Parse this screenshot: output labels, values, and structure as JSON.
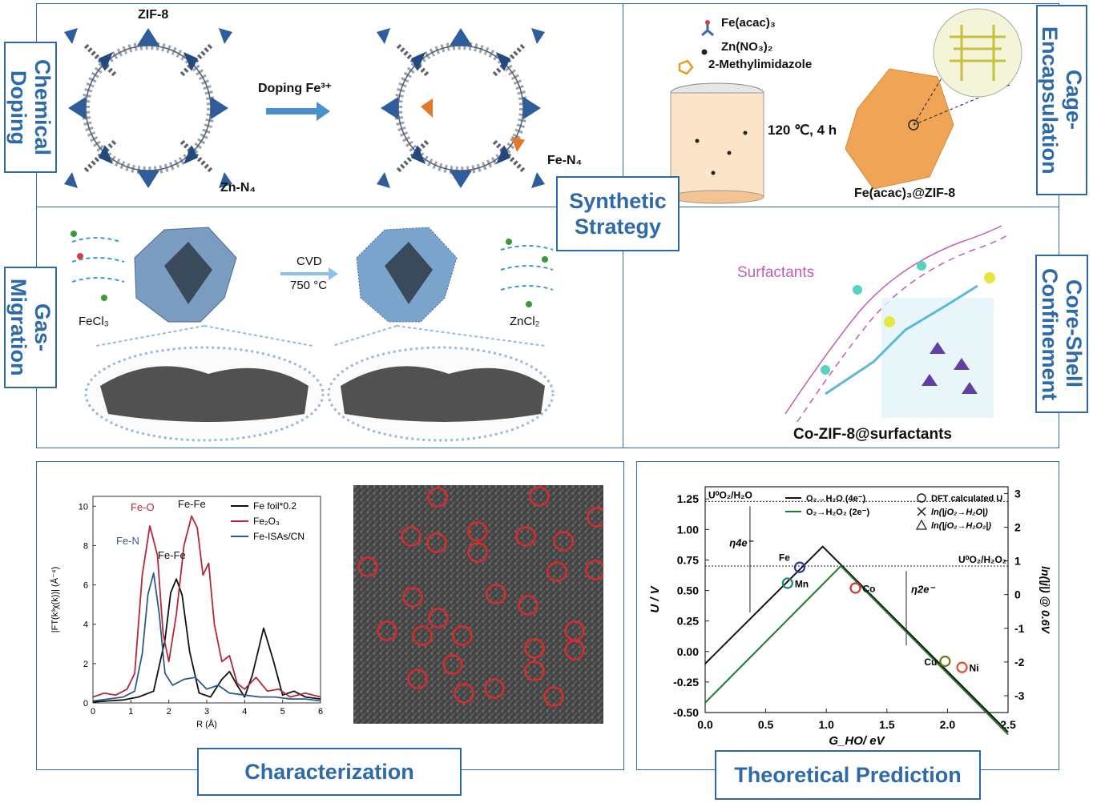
{
  "strategy": {
    "center_label": "Synthetic Strategy",
    "chemical_doping": {
      "title": "Chemical Doping",
      "zif_label": "ZIF-8",
      "arrow_label": "Doping Fe³⁺",
      "zn_label": "Zn-N₄",
      "fe_label": "Fe-N₄"
    },
    "cage": {
      "title": "Cage-Encapsulation",
      "legend": [
        "Fe(acac)₃",
        "Zn(NO₃)₂",
        "2-Methylimidazole"
      ],
      "condition": "120 ℃, 4 h",
      "product": "Fe(acac)₃@ZIF-8"
    },
    "gas": {
      "title": "Gas-Migration",
      "reagent_in": "FeCl₃",
      "process": "CVD",
      "temperature": "750 °C",
      "reagent_out": "ZnCl₂"
    },
    "core_shell": {
      "title": "Core-Shell Confinement",
      "surfactants": "Surfactants",
      "product": "Co-ZIF-8@surfactants"
    }
  },
  "characterization": {
    "title": "Characterization",
    "chart_data": {
      "type": "line",
      "xlabel": "R (Å)",
      "ylabel": "|FT(k³χ(k))| (Å⁻⁴)",
      "xlim": [
        0,
        6
      ],
      "ylim": [
        0,
        10.5
      ],
      "xticks": [
        0,
        1,
        2,
        3,
        4,
        5,
        6
      ],
      "yticks": [
        0,
        2,
        4,
        6,
        8,
        10
      ],
      "legend_position": "top-right",
      "series": [
        {
          "name": "Fe foil*0.2",
          "color": "#111111",
          "x": [
            0,
            0.4,
            0.8,
            1.2,
            1.6,
            1.9,
            2.05,
            2.2,
            2.35,
            2.55,
            2.8,
            3.1,
            3.4,
            3.6,
            3.8,
            4.0,
            4.2,
            4.5,
            4.75,
            5.0,
            5.3,
            5.6,
            6.0
          ],
          "y": [
            0.05,
            0.1,
            0.15,
            0.3,
            0.6,
            3.2,
            5.6,
            6.3,
            5.5,
            2.6,
            0.5,
            0.3,
            1.2,
            1.6,
            0.9,
            0.3,
            1.4,
            3.8,
            2.2,
            0.4,
            0.6,
            0.3,
            0.2
          ]
        },
        {
          "name": "Fe₂O₃",
          "color": "#b2283c",
          "x": [
            0,
            0.3,
            0.6,
            0.9,
            1.1,
            1.3,
            1.5,
            1.7,
            1.85,
            2.0,
            2.2,
            2.4,
            2.6,
            2.75,
            2.9,
            3.05,
            3.2,
            3.4,
            3.6,
            3.8,
            4.0,
            4.3,
            4.6,
            4.9,
            5.2,
            5.6,
            6.0
          ],
          "y": [
            0.3,
            0.5,
            0.4,
            0.7,
            1.5,
            6.5,
            9.0,
            7.5,
            3.5,
            2.1,
            4.5,
            8.0,
            9.5,
            8.9,
            6.5,
            7.1,
            4.0,
            2.1,
            2.4,
            1.0,
            0.7,
            1.3,
            0.6,
            0.7,
            0.3,
            0.5,
            0.3
          ]
        },
        {
          "name": "Fe-ISAs/CN",
          "color": "#2f5a8a",
          "x": [
            0,
            0.4,
            0.8,
            1.1,
            1.3,
            1.45,
            1.6,
            1.75,
            1.9,
            2.1,
            2.4,
            2.7,
            3.0,
            3.3,
            3.6,
            4.0,
            4.4,
            4.8,
            5.2,
            5.6,
            6.0
          ],
          "y": [
            0.1,
            0.2,
            0.3,
            0.6,
            2.5,
            5.5,
            6.6,
            4.5,
            1.5,
            0.9,
            1.2,
            1.3,
            0.7,
            0.9,
            0.5,
            0.4,
            0.3,
            0.3,
            0.2,
            0.2,
            0.1
          ]
        }
      ],
      "annotations": [
        "Fe-O",
        "Fe-N",
        "Fe-Fe",
        "Fe-Fe"
      ]
    }
  },
  "theory": {
    "title": "Theoretical Prediction",
    "chart_data": {
      "type": "line",
      "xlabel": "G_HO/ eV",
      "ylabel": "U / V",
      "y2label": "ln(|j|) @ 0.6V",
      "xlim": [
        0.0,
        2.5
      ],
      "ylim": [
        -0.5,
        1.35
      ],
      "xticks": [
        "0.0",
        "0.5",
        "1.0",
        "1.5",
        "2.0",
        "2.5"
      ],
      "yticks": [
        "-0.50",
        "-0.25",
        "0.00",
        "0.25",
        "0.50",
        "0.75",
        "1.00",
        "1.25"
      ],
      "y2ticks": [
        "-3",
        "-2",
        "-1",
        "0",
        "1",
        "2",
        "3"
      ],
      "legend_position": "top",
      "series": [
        {
          "name": "O₂→H₂O (4e⁻)",
          "color": "#111111",
          "x": [
            0.0,
            0.97,
            2.5
          ],
          "y": [
            -0.1,
            0.86,
            -0.66
          ]
        },
        {
          "name": "O₂→H₂O₂ (2e⁻)",
          "color": "#1f7a2e",
          "x": [
            0.0,
            1.12,
            2.5
          ],
          "y": [
            -0.42,
            0.7,
            -0.68
          ]
        }
      ],
      "reference_lines": [
        {
          "label": "U⁰O₂/H₂O",
          "y": 1.23
        },
        {
          "label": "U⁰O₂/H₂O₂",
          "y": 0.7
        }
      ],
      "markers_legend": [
        "DFT calculated U",
        "ln(|jO₂→H₂O|)",
        "ln(|jO₂→H₂O₂|)"
      ],
      "points": [
        {
          "label": "Fe",
          "x": 0.78,
          "y": 0.69,
          "color": "#2b3a9a"
        },
        {
          "label": "Mn",
          "x": 0.68,
          "y": 0.56,
          "color": "#1a8a7a"
        },
        {
          "label": "Co",
          "x": 1.24,
          "y": 0.52,
          "color": "#d03a2a"
        },
        {
          "label": "Cu",
          "x": 1.98,
          "y": -0.08,
          "color": "#6a7a1a"
        },
        {
          "label": "Ni",
          "x": 2.12,
          "y": -0.13,
          "color": "#e0502a"
        }
      ],
      "eta_labels": [
        "η4e⁻",
        "η2e⁻"
      ]
    }
  }
}
